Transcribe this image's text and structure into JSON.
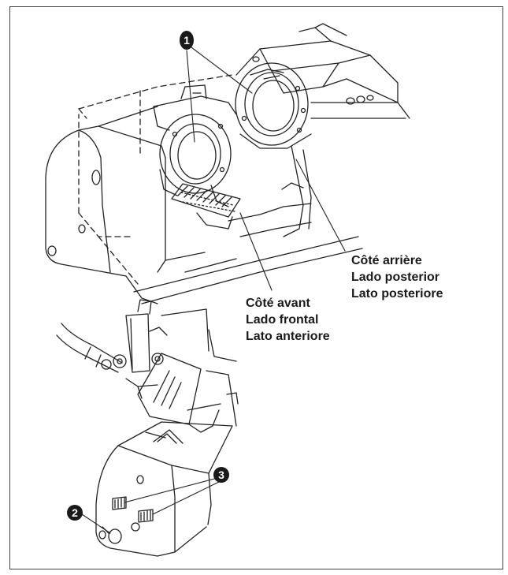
{
  "callouts": {
    "c1": "1",
    "c2": "2",
    "c3": "3"
  },
  "labels": {
    "rear": [
      "Côté arrière",
      "Lado posterior",
      "Lato posteriore"
    ],
    "front": [
      "Côté avant",
      "Lado frontal",
      "Lato anteriore"
    ]
  },
  "colors": {
    "line": "#222222",
    "callout_fill": "#1a1a1a",
    "frame": "#444444"
  }
}
